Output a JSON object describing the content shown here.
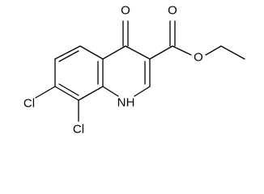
{
  "structure": {
    "colors": {
      "bond": "#000000",
      "label": "#000000",
      "background": "#ffffff"
    },
    "labels": {
      "ketone_o": "O",
      "ester_o": "O",
      "ester_ring_o": "O",
      "nh": "H",
      "nh_n": "N",
      "cl_top": "Cl",
      "cl_bottom": "Cl"
    }
  }
}
